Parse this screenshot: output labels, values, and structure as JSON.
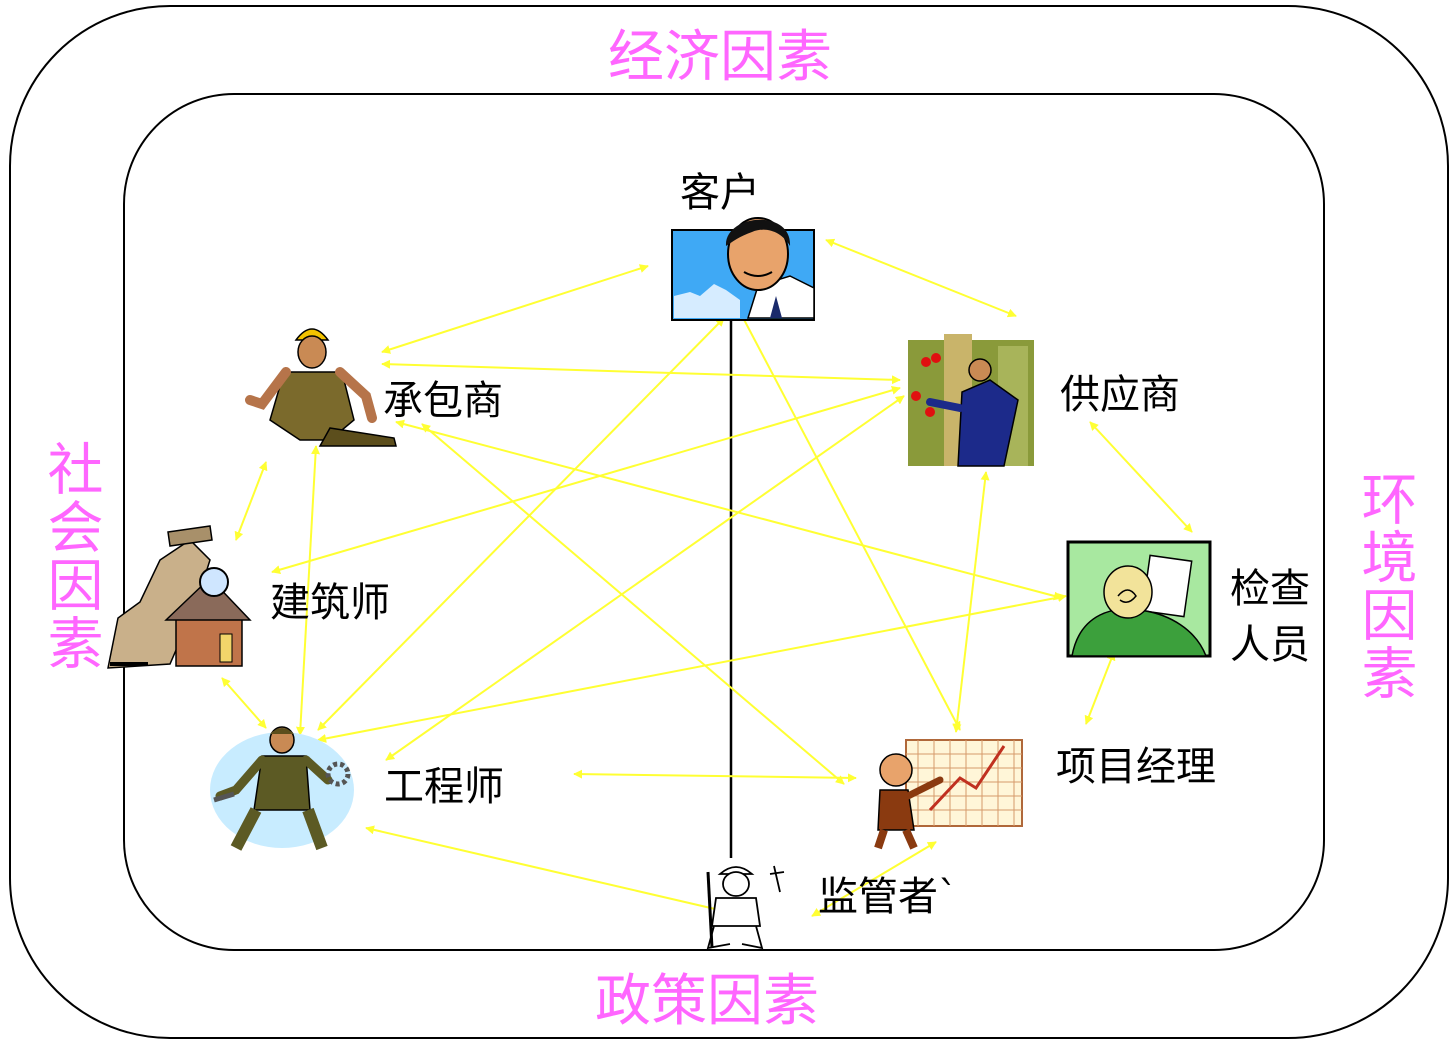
{
  "factors": {
    "top": "经济因素",
    "bottom": "政策因素",
    "left": "社会因素",
    "right": "环境因素"
  },
  "stakeholders": {
    "client": "客户",
    "contractor": "承包商",
    "supplier": "供应商",
    "architect": "建筑师",
    "inspector_line1": "检查",
    "inspector_line2": "人员",
    "engineer": "工程师",
    "project_manager": "项目经理",
    "regulator": "监管者`"
  },
  "icons": {
    "client": "businessman-portrait-icon",
    "contractor": "construction-worker-icon",
    "supplier": "juggling-businessman-icon",
    "architect": "detective-house-icon",
    "inspector": "inspector-clipboard-icon",
    "engineer": "mechanic-wrench-icon",
    "project_manager": "presenter-chart-icon",
    "regulator": "guard-figure-icon"
  },
  "colors": {
    "factor_text": "#ff66ff",
    "arrow": "#ffff33",
    "frame": "#000000"
  }
}
